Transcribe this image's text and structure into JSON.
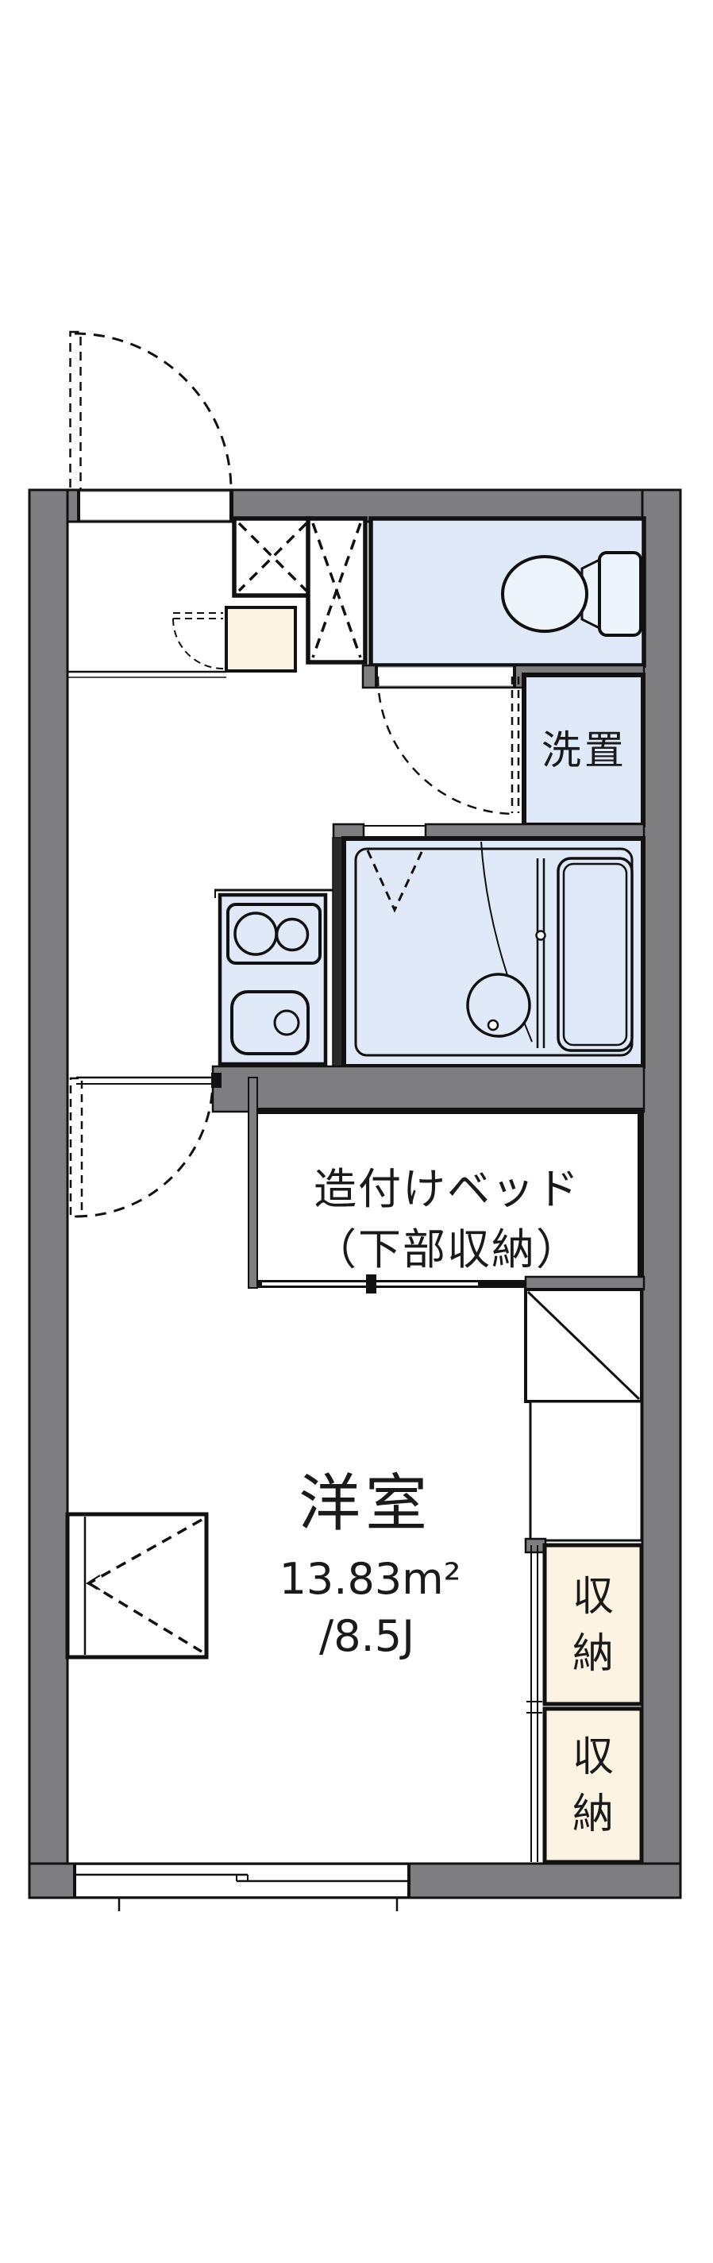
{
  "plan": {
    "rooms": {
      "western": {
        "name": "洋室",
        "area_m2": "13.83m²",
        "area_jo": "/8.5J"
      },
      "built_in_bed": {
        "line1": "造付けベッド",
        "line2": "（下部収納）"
      },
      "washer_place": {
        "label": "洗置"
      },
      "storage_upper": {
        "char1": "収",
        "char2": "納"
      },
      "storage_lower": {
        "char1": "収",
        "char2": "納"
      }
    },
    "colors": {
      "wall": "#7e7e81",
      "room_fill": "#dfe9f8",
      "fixture_fill": "#eef4fc",
      "storage_fill": "#fcf3e2",
      "line": "#111111",
      "background": "#ffffff"
    }
  }
}
